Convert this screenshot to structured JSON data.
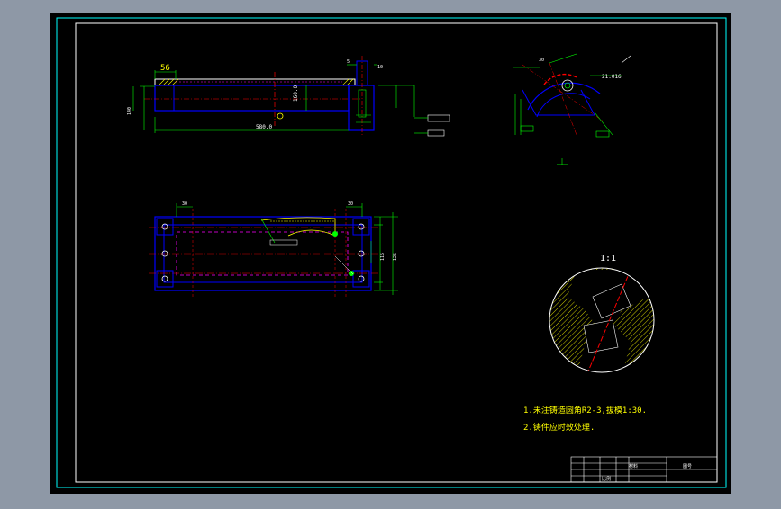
{
  "drawing": {
    "dims": {
      "top_width": "56",
      "top_length": "580.0",
      "top_height": "160.0",
      "left_height": "140",
      "small_a": "10",
      "small_b": "5",
      "side_a": "30",
      "side_b": "21.016",
      "plan_left": "30",
      "plan_right": "30",
      "plan_h1": "115",
      "plan_h2": "125"
    },
    "section_label": "1:1",
    "notes": [
      "1.未注铸造圆角R2-3,拔模1:30.",
      "2.铸件应时效处理."
    ],
    "title_block": {
      "c1": "材料",
      "c2": "比例",
      "c3": "图号"
    }
  },
  "colors": {
    "background": "#000000",
    "frame": "#ffffff",
    "outer_line": "#00ffff",
    "outline": "#0000ff",
    "dimension": "#00ff00",
    "center_line": "#ff0000",
    "hatch": "#ffff00",
    "highlight": "#ff00ff"
  }
}
